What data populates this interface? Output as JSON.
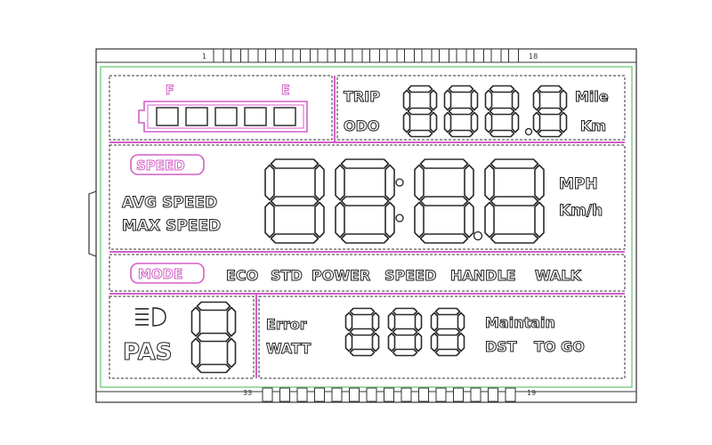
{
  "pins": {
    "top_left": "1",
    "top_right": "18",
    "bottom_left": "33",
    "bottom_right": "19"
  },
  "fuel": {
    "full_label": "F",
    "empty_label": "E",
    "bars": 5
  },
  "trip_odo": {
    "trip_label": "TRIP",
    "odo_label": "ODO",
    "mile_label": "Mile",
    "km_label": "Km",
    "digits": 4
  },
  "speed": {
    "badge": "SPEED",
    "avg_label": "AVG SPEED",
    "max_label": "MAX SPEED",
    "mph_label": "MPH",
    "kmh_label": "Km/h",
    "digits": 4
  },
  "mode": {
    "badge": "MODE",
    "options": [
      "ECO",
      "STD",
      "POWER",
      "SPEED",
      "HANDLE",
      "WALK"
    ]
  },
  "pas": {
    "label": "PAS",
    "headlight": "headlight-icon"
  },
  "info": {
    "error_label": "Error",
    "watt_label": "WATT",
    "maintain_label": "Maintain",
    "dst_label": "DST",
    "togo_label": "TO GO",
    "digits": 3
  },
  "colors": {
    "accent": "#d45fc8",
    "outline": "#2b2b2b",
    "green_border": "#7fd18a"
  }
}
